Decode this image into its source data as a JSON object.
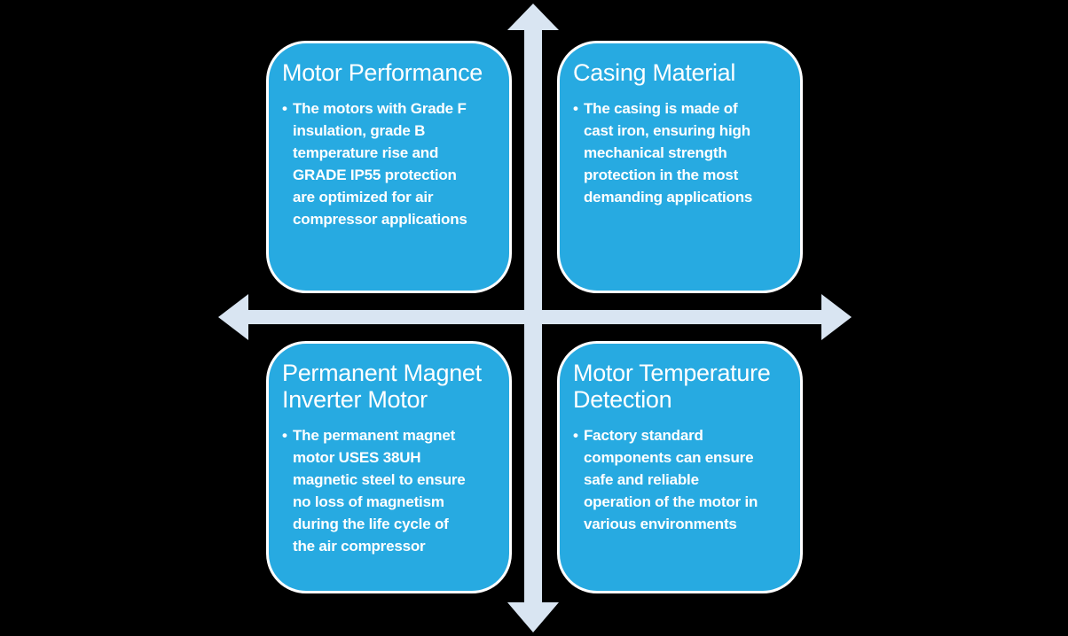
{
  "colors": {
    "background": "#000000",
    "box_fill": "#27AAE1",
    "box_border": "#FFFFFF",
    "arrow": "#D9E5F2",
    "text": "#FFFFFF"
  },
  "bullet": "•",
  "quadrants": [
    {
      "position": "top-left",
      "title": "Motor Performance",
      "body": "The motors with Grade F\ninsulation, grade B\ntemperature rise and\nGRADE IP55 protection\nare optimized for air\ncompressor applications"
    },
    {
      "position": "top-right",
      "title": "Casing Material",
      "body": "The casing is made of\ncast iron, ensuring high\nmechanical strength\nprotection in the most\ndemanding applications"
    },
    {
      "position": "bottom-left",
      "title": "Permanent Magnet\nInverter Motor",
      "body": "The permanent magnet\nmotor USES 38UH\nmagnetic steel to ensure\nno loss of magnetism\nduring the life cycle of\nthe air compressor"
    },
    {
      "position": "bottom-right",
      "title": "Motor Temperature\nDetection",
      "body": "Factory standard\ncomponents can ensure\nsafe and reliable\noperation of the motor in\nvarious environments"
    }
  ]
}
